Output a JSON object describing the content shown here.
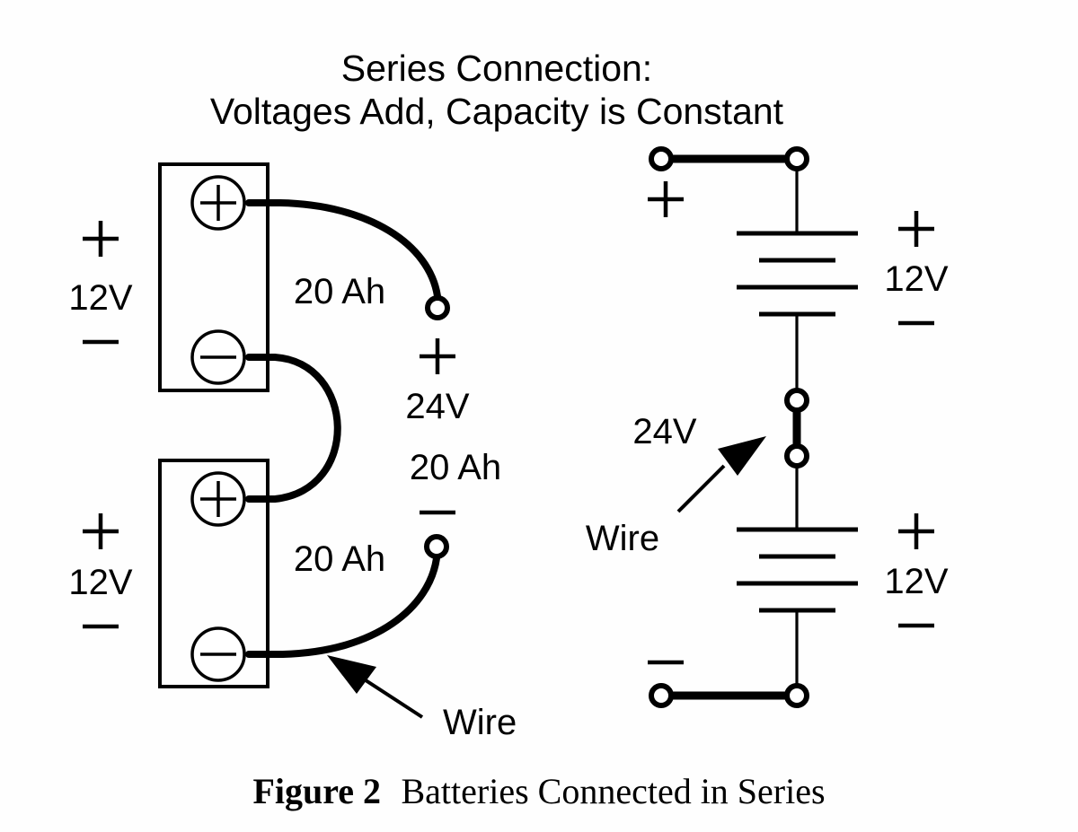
{
  "title": {
    "line1": "Series Connection:",
    "line2": "Voltages Add, Capacity is Constant"
  },
  "caption": {
    "figure_number": "Figure 2",
    "text": "Batteries Connected in Series"
  },
  "colors": {
    "background": "#fefefe",
    "ink": "#000000"
  },
  "pictorial": {
    "battery_top": {
      "voltage": "12V",
      "plus_sign": "+",
      "minus_sign": "−",
      "plus_terminal": "+",
      "minus_terminal": "−",
      "capacity": "20 Ah"
    },
    "battery_bottom": {
      "voltage": "12V",
      "plus_sign": "+",
      "minus_sign": "−",
      "plus_terminal": "+",
      "minus_terminal": "−",
      "capacity": "20 Ah"
    },
    "output": {
      "plus_sign": "+",
      "voltage": "24V",
      "capacity": "20 Ah",
      "minus_sign": "−"
    },
    "annotation": {
      "wire_label": "Wire"
    }
  },
  "schematic": {
    "battery_top": {
      "voltage": "12V",
      "plus_sign": "+",
      "minus_sign": "−"
    },
    "battery_bottom": {
      "voltage": "12V",
      "plus_sign": "+",
      "minus_sign": "−"
    },
    "terminal_plus_sign": "+",
    "terminal_minus_sign": "−",
    "total_voltage": "24V",
    "annotation": {
      "wire_label": "Wire"
    }
  },
  "chart_data": {
    "type": "diagram",
    "title": "Series Connection: Voltages Add, Capacity is Constant",
    "subtitle": "Figure 2  Batteries Connected in Series",
    "configuration": "series",
    "sources": [
      {
        "name": "Battery 1",
        "voltage_V": 12,
        "capacity_Ah": 20
      },
      {
        "name": "Battery 2",
        "voltage_V": 12,
        "capacity_Ah": 20
      }
    ],
    "result": {
      "voltage_V": 24,
      "capacity_Ah": 20
    },
    "rule": "Voltages add; capacity stays constant"
  }
}
